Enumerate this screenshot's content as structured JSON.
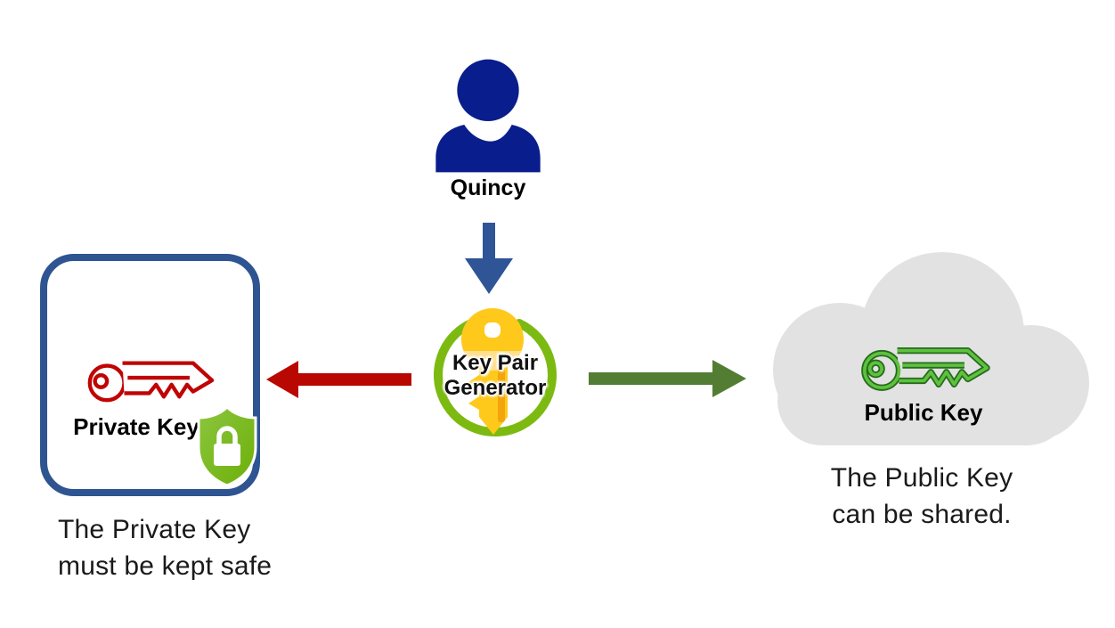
{
  "colors": {
    "person_blue": "#0a1d8c",
    "down_arrow_blue": "#2f5597",
    "left_arrow_red": "#b90702",
    "right_arrow_green": "#527d32",
    "box_border_blue": "#2e5491",
    "private_key_red": "#c00404",
    "public_key_green_dark": "#256b1f",
    "public_key_green_bright": "#5fc13c",
    "generator_ring_green": "#7cba12",
    "generator_key_yellow": "#ffc91c",
    "generator_key_stripe": "#f2a50c",
    "generator_key_band": "#ffe08f",
    "shield_green_light": "#8cc63f",
    "shield_green_dark": "#6caf08",
    "cloud_gray": "#e2e2e2",
    "text_black": "#1a1a1a"
  },
  "actor": {
    "name": "Quincy"
  },
  "generator": {
    "label_line1": "Key Pair",
    "label_line2": "Generator"
  },
  "private_key": {
    "label": "Private Key",
    "caption_line1": "The Private Key",
    "caption_line2": "must be kept safe"
  },
  "public_key": {
    "label": "Public Key",
    "caption_line1": "The Public Key",
    "caption_line2": "can be shared."
  },
  "icons": {
    "person": "person-icon",
    "down_arrow": "arrow-down-icon",
    "left_arrow": "arrow-left-icon",
    "right_arrow": "arrow-right-icon",
    "generator": "key-pair-generator-icon",
    "private_key": "red-key-icon",
    "public_key": "green-key-icon",
    "shield": "shield-lock-icon",
    "cloud": "cloud-icon"
  }
}
